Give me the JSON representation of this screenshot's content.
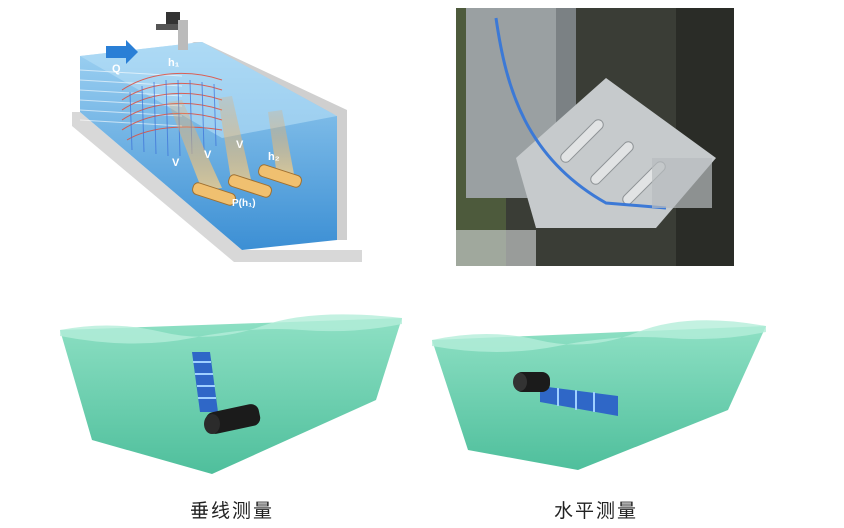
{
  "channel_diagram": {
    "labels": {
      "flow": "Q",
      "h1": "h₁",
      "h2": "h₂",
      "v1": "V",
      "v2": "V",
      "v3": "V",
      "p": "P(h₁)"
    }
  },
  "photo": {},
  "vertical": {
    "caption": "垂线测量"
  },
  "horizontal": {
    "caption": "水平测量"
  },
  "colors": {
    "water": "#62c9a8",
    "water_top": "#8ee0c4",
    "channel_blue": "#4aa0dc",
    "sensor_body": "#1b1b1b",
    "beam": "#2f67c7"
  }
}
